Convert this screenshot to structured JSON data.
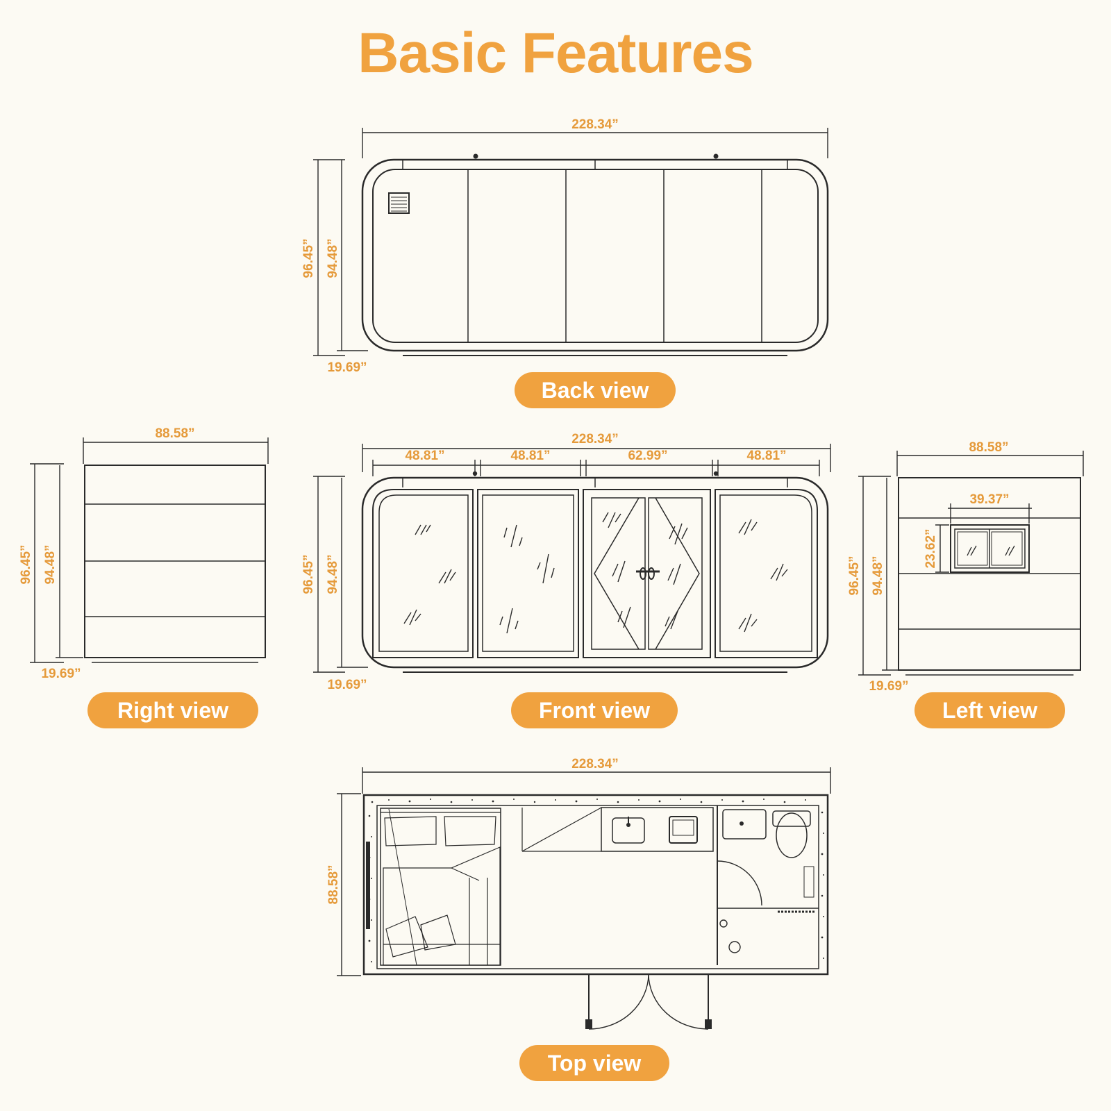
{
  "title": "Basic Features",
  "views": {
    "back": "Back view",
    "right": "Right view",
    "front": "Front view",
    "left": "Left view",
    "top": "Top view"
  },
  "dimensions": {
    "back_length": "228.34”",
    "back_height_total": "96.45”",
    "back_height_body": "94.48”",
    "back_base": "19.69”",
    "front_length": "228.34”",
    "front_seg_1": "48.81”",
    "front_seg_2": "48.81”",
    "front_seg_3": "62.99”",
    "front_seg_4": "48.81”",
    "front_height_total": "96.45”",
    "front_height_body": "94.48”",
    "front_base": "19.69”",
    "right_width": "88.58”",
    "right_height_total": "96.45”",
    "right_height_body": "94.48”",
    "right_base": "19.69”",
    "left_width": "88.58”",
    "left_window_width": "39.37”",
    "left_window_height": "23.62”",
    "left_height_total": "96.45”",
    "left_height_body": "94.48”",
    "left_base": "19.69”",
    "top_length": "228.34”",
    "top_width": "88.58”"
  },
  "colors": {
    "accent": "#f0a23f",
    "dimension_text": "#e59a3a",
    "line": "#2a2a2a",
    "background": "#fcfaf3"
  }
}
